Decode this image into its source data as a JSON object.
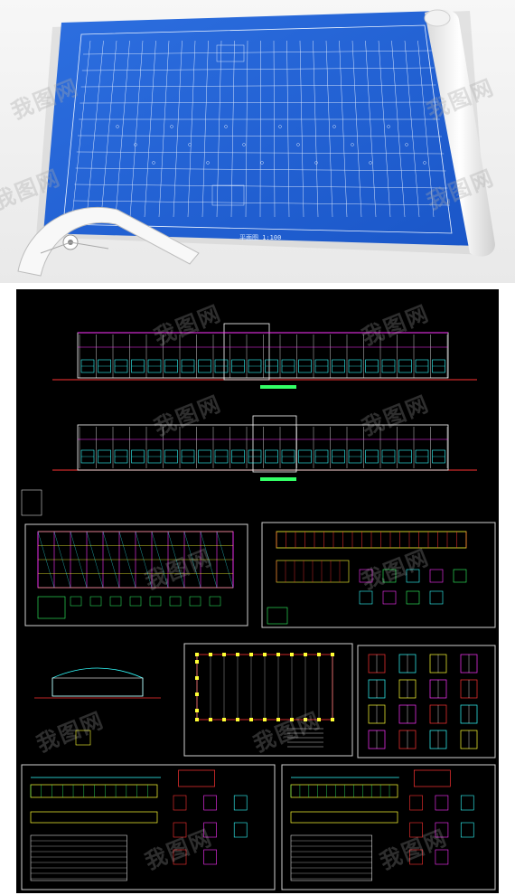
{
  "blueprint": {
    "title_label": "平面图 1:100",
    "colors": {
      "paper": "#1f5fd6",
      "line": "#e8f1ff",
      "bg": "#eeeeee"
    }
  },
  "watermark": {
    "text": "我图网"
  },
  "cad_sheet": {
    "colors": {
      "bg": "#000000",
      "magenta": "#ff33ff",
      "yellow": "#ffff33",
      "cyan": "#33ffff",
      "red": "#ff3333",
      "green": "#33ff66",
      "white": "#ffffff"
    },
    "panels": [
      {
        "id": "elevation-1"
      },
      {
        "id": "elevation-2"
      },
      {
        "id": "roof-plan"
      },
      {
        "id": "beam-elevation"
      },
      {
        "id": "section-detail"
      },
      {
        "id": "column-plan"
      },
      {
        "id": "node-details"
      },
      {
        "id": "truss-left"
      },
      {
        "id": "truss-right"
      }
    ]
  }
}
